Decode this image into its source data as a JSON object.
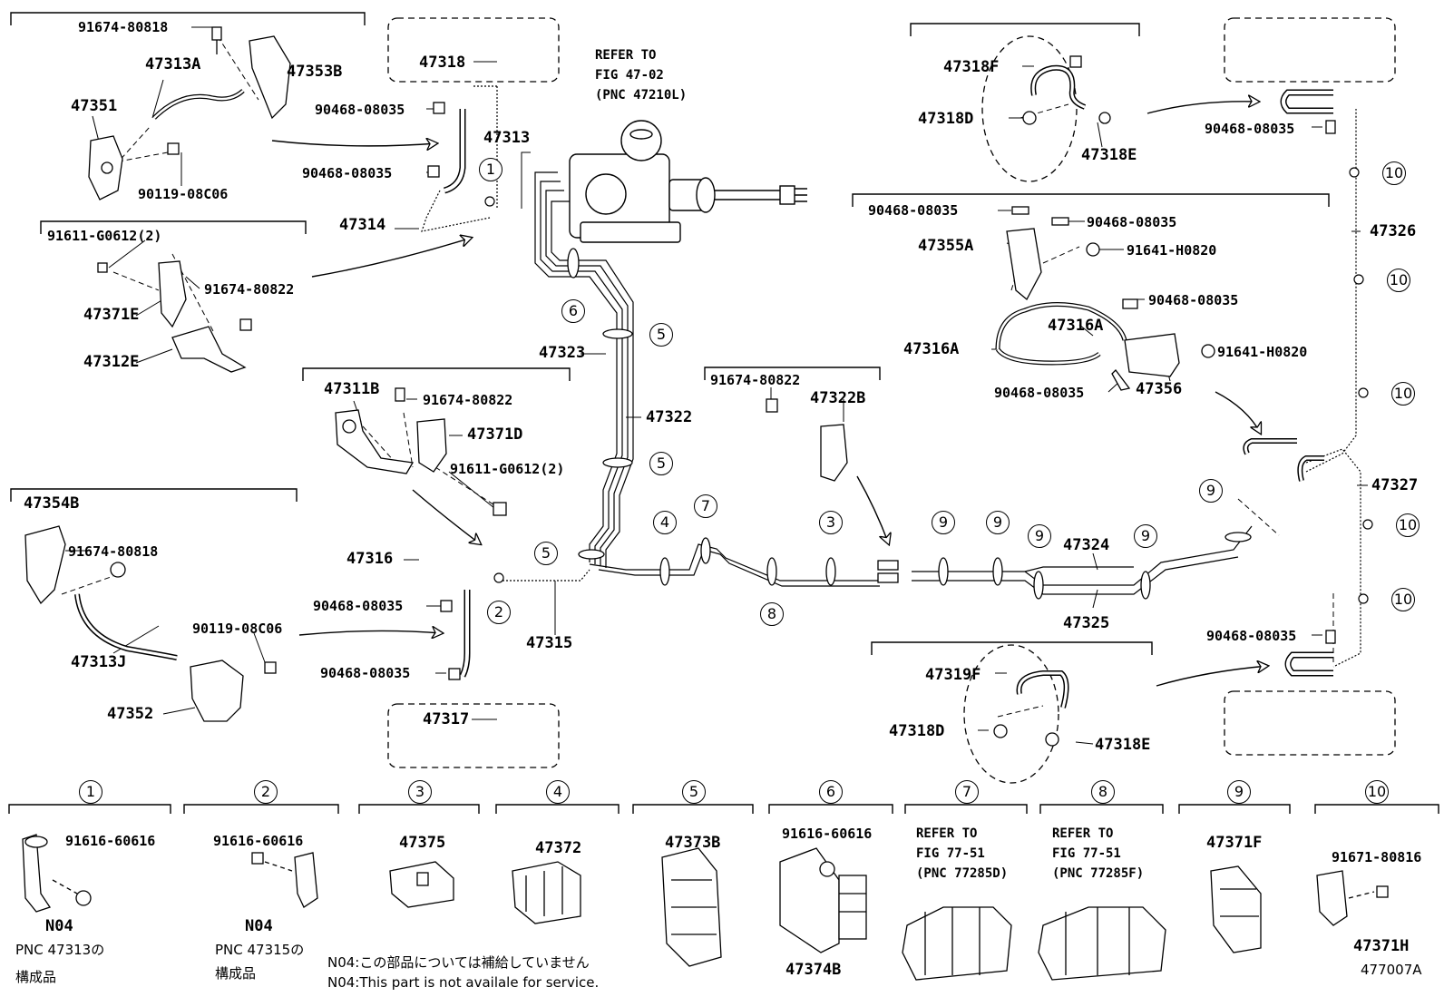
{
  "part_labels": {
    "p91674_80818_a": "91674-80818",
    "p47313A": "47313A",
    "p47353B": "47353B",
    "p47351": "47351",
    "p90119_08C06_a": "90119-08C06",
    "p91611_G0612_a": "91611-G0612(2)",
    "p91674_80822_a": "91674-80822",
    "p47371E": "47371E",
    "p47312E": "47312E",
    "p47318": "47318",
    "p90468_08035_a": "90468-08035",
    "p47313": "47313",
    "p90468_08035_b": "90468-08035",
    "p47314": "47314",
    "refer_fig_line1": "REFER TO",
    "refer_fig_line2": "FIG 47-02",
    "refer_fig_line3": "(PNC 47210L)",
    "p47323": "47323",
    "p47322": "47322",
    "p47311B": "47311B",
    "p91674_80822_b": "91674-80822",
    "p47371D": "47371D",
    "p91611_G0612_b": "91611-G0612(2)",
    "p47354B": "47354B",
    "p91674_80818_b": "91674-80818",
    "p47313J": "47313J",
    "p90119_08C06_b": "90119-08C06",
    "p47352": "47352",
    "p47316": "47316",
    "p90468_08035_c": "90468-08035",
    "p90468_08035_d": "90468-08035",
    "p47317": "47317",
    "p47315": "47315",
    "p91674_80822_c": "91674-80822",
    "p47322B": "47322B",
    "p47324": "47324",
    "p47325": "47325",
    "p47318F": "47318F",
    "p47318D_a": "47318D",
    "p47318E_a": "47318E",
    "p90468_08035_e": "90468-08035",
    "p47326": "47326",
    "p90468_08035_f": "90468-08035",
    "p90468_08035_g": "90468-08035",
    "p47355A": "47355A",
    "p91641_H0820_a": "91641-H0820",
    "p90468_08035_h": "90468-08035",
    "p47316A_a": "47316A",
    "p47316A_b": "47316A",
    "p91641_H0820_b": "91641-H0820",
    "p90468_08035_i": "90468-08035",
    "p47356": "47356",
    "p47327": "47327",
    "p90468_08035_j": "90468-08035",
    "p47319F": "47319F",
    "p47318D_b": "47318D",
    "p47318E_b": "47318E"
  },
  "callouts": {
    "c1": "①",
    "c2": "②",
    "c3": "③",
    "c4": "④",
    "c5": "⑤",
    "c6": "⑥",
    "c7": "⑦",
    "c8": "⑧",
    "c9": "⑨",
    "c10": "⑩"
  },
  "callout_numbers": {
    "n1": "1",
    "n2": "2",
    "n3": "3",
    "n4": "4",
    "n5": "5",
    "n6": "6",
    "n7": "7",
    "n8": "8",
    "n9": "9",
    "n10": "10"
  },
  "legend": {
    "l1_part": "91616-60616",
    "l1_n04": "N04",
    "l1_pnc": "PNC 47313の",
    "l1_comp": "構成品",
    "l2_part": "91616-60616",
    "l2_n04": "N04",
    "l2_pnc": "PNC 47315の",
    "l2_comp": "構成品",
    "l3_part": "47375",
    "l4_part": "47372",
    "l5_part": "47373B",
    "l6_part": "91616-60616",
    "l6_part2": "47374B",
    "l7_ref1": "REFER TO",
    "l7_ref2": "FIG 77-51",
    "l7_ref3": "(PNC 77285D)",
    "l8_ref1": "REFER TO",
    "l8_ref2": "FIG 77-51",
    "l8_ref3": "(PNC 77285F)",
    "l9_part": "47371F",
    "l10_part1": "91671-80816",
    "l10_part2": "47371H"
  },
  "notes": {
    "jp": "N04:この部品については補給していません",
    "en": "N04:This part is not availale for service.",
    "fig_id": "477007A"
  }
}
